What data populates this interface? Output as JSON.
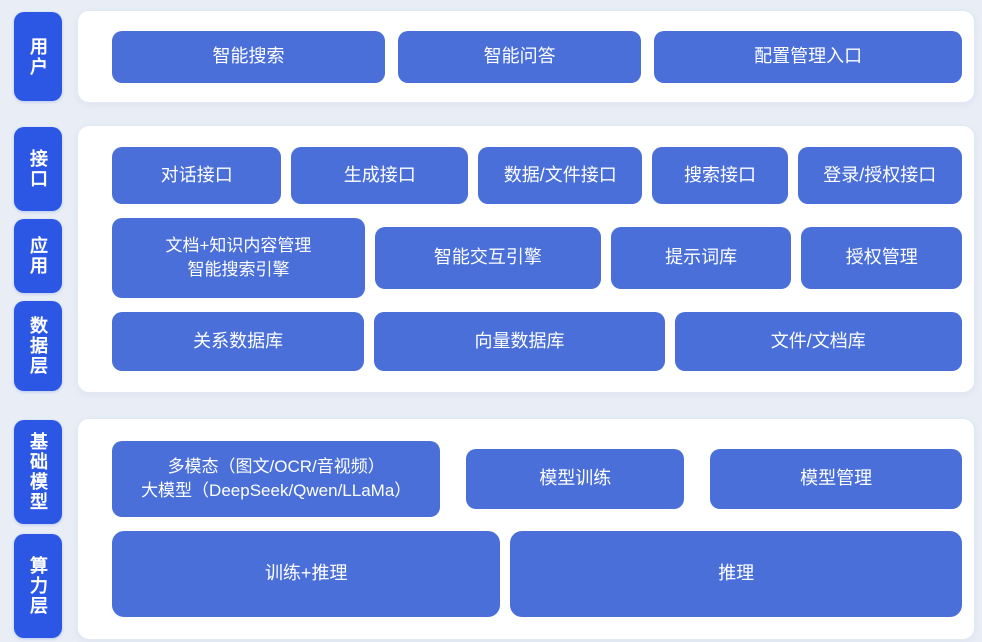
{
  "theme": {
    "page_bg": "#E9EEF6",
    "layer_label_blue": "#2B57E4",
    "node_blue": "#4A6FD9",
    "panel_bg": "#FFFFFF",
    "text_color": "#FFFFFF"
  },
  "diagram": {
    "sections": [
      {
        "labels": [
          {
            "text": "用户"
          }
        ],
        "rows": [
          {
            "buttons": [
              {
                "label": "智能搜索"
              },
              {
                "label": "智能问答"
              },
              {
                "label": "配置管理入口"
              }
            ]
          }
        ]
      },
      {
        "labels": [
          {
            "text": "接口"
          },
          {
            "text": "应用"
          },
          {
            "text": "数据层"
          }
        ],
        "rows": [
          {
            "buttons": [
              {
                "label": "对话接口"
              },
              {
                "label": "生成接口"
              },
              {
                "label": "数据/文件接口"
              },
              {
                "label": "搜索接口"
              },
              {
                "label": "登录/授权接口"
              }
            ]
          },
          {
            "buttons": [
              {
                "line1": "文档+知识内容管理",
                "line2": "智能搜索引擎"
              },
              {
                "label": "智能交互引擎"
              },
              {
                "label": "提示词库"
              },
              {
                "label": "授权管理"
              }
            ]
          },
          {
            "buttons": [
              {
                "label": "关系数据库"
              },
              {
                "label": "向量数据库"
              },
              {
                "label": "文件/文档库"
              }
            ]
          }
        ]
      },
      {
        "labels": [
          {
            "text": "基础模型"
          },
          {
            "text": "算力层"
          }
        ],
        "rows": [
          {
            "buttons": [
              {
                "line1": "多模态（图文/OCR/音视频）",
                "line2": "大模型（DeepSeek/Qwen/LLaMa）"
              },
              {
                "label": "模型训练"
              },
              {
                "label": "模型管理"
              }
            ]
          },
          {
            "buttons": [
              {
                "label": "训练+推理"
              },
              {
                "label": "推理"
              }
            ]
          }
        ]
      }
    ]
  }
}
